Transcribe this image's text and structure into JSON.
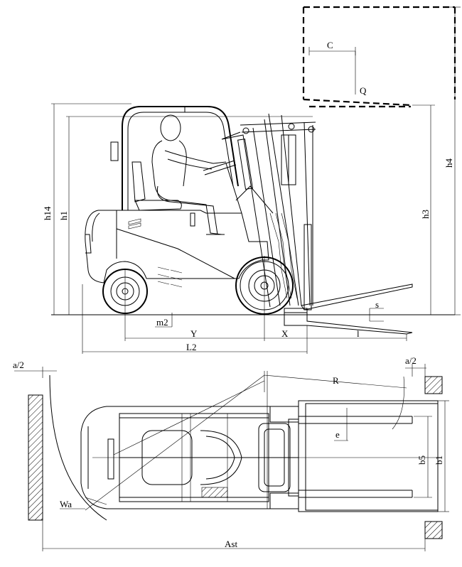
{
  "labels": {
    "C": "C",
    "Q": "Q",
    "h4": "h4",
    "h14": "h14",
    "h1": "h1",
    "h3": "h3",
    "s": "s",
    "m2": "m2",
    "Y": "Y",
    "X": "X",
    "l": "l",
    "L2": "L2",
    "a2_left": "a/2",
    "a2_right": "a/2",
    "R": "R",
    "e": "e",
    "b5": "b5",
    "b1": "b1",
    "Wa": "Wa",
    "Ast": "Ast"
  }
}
